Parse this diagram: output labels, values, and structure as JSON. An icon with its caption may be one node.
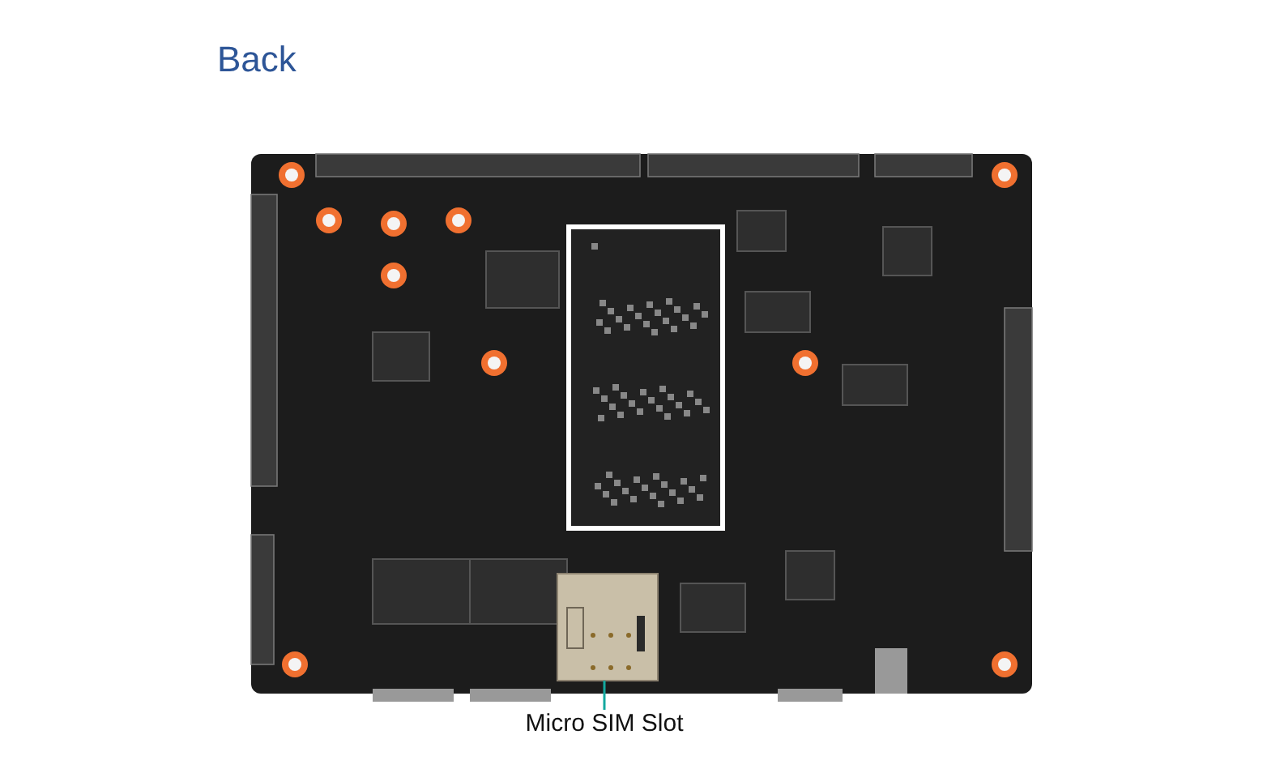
{
  "diagram": {
    "nodes": [
      {
        "text": [
          "Micro SIM Slot"
        ]
      },
      {
        "text": [],
        "shape": "picture"
      }
    ],
    "edges": [
      {
        "from": 0,
        "to": 1,
        "arrow": "none"
      }
    ],
    "labels": [
      "Back"
    ]
  }
}
